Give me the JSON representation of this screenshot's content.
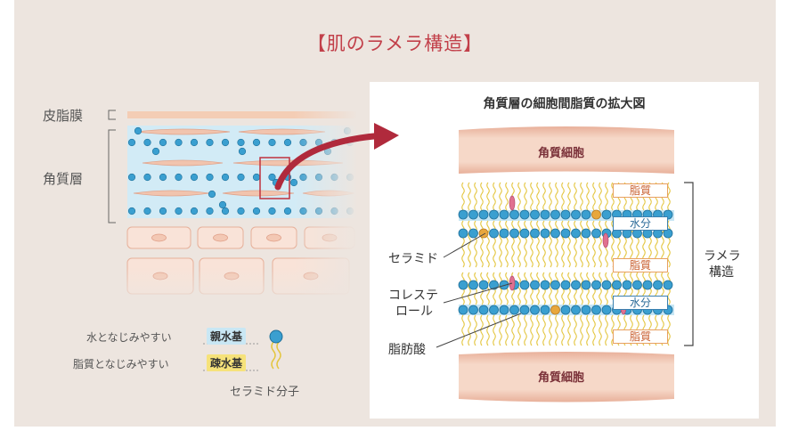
{
  "title": "【肌のラメラ構造】",
  "left": {
    "label_sebum": "皮脂膜",
    "label_stratum": "角質層"
  },
  "legend": {
    "hydrophilic_desc": "水となじみやすい",
    "hydrophilic_tag": "親水基",
    "hydrophobic_desc": "脂質となじみやすい",
    "hydrophobic_tag": "疎水基",
    "caption": "セラミド分子"
  },
  "zoom": {
    "title": "角質層の細胞間脂質の拡大図",
    "corneocyte_top": "角質細胞",
    "corneocyte_bottom": "角質細胞",
    "lipid_labels": [
      "脂質",
      "脂質",
      "脂質"
    ],
    "water_labels": [
      "水分",
      "水分"
    ],
    "callout_ceramide": "セラミド",
    "callout_cholesterol_1": "コレステ",
    "callout_cholesterol_2": "ロール",
    "callout_fatty_acid": "脂肪酸",
    "bracket_1": "ラメラ",
    "bracket_2": "構造"
  },
  "colors": {
    "title": "#c2404a",
    "panel_bg": "#ede5df",
    "bead": "#3a9fd0",
    "water": "#c7e6f4",
    "lipid_tail": "#e4c640",
    "corneocyte": "#f2c8b4",
    "cholesterol": "#e07090",
    "fatty_acid_head": "#e8a73c",
    "arrow": "#b02a3c"
  },
  "icons": [
    "arrow-right-icon",
    "ceramide-molecule-icon"
  ]
}
